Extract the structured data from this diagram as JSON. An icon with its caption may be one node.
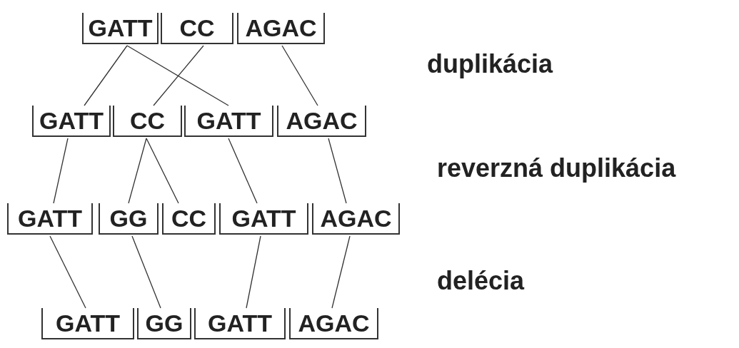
{
  "diagram": {
    "nodes": [
      {
        "text": [
          "GATT"
        ]
      },
      {
        "text": [
          "CC"
        ]
      },
      {
        "text": [
          "AGAC"
        ]
      },
      {
        "text": [
          "GATT"
        ]
      },
      {
        "text": [
          "CC"
        ]
      },
      {
        "text": [
          "GATT"
        ]
      },
      {
        "text": [
          "AGAC"
        ]
      },
      {
        "text": [
          "GATT"
        ]
      },
      {
        "text": [
          "GG"
        ]
      },
      {
        "text": [
          "CC"
        ]
      },
      {
        "text": [
          "GATT"
        ]
      },
      {
        "text": [
          "AGAC"
        ]
      },
      {
        "text": [
          "GATT"
        ]
      },
      {
        "text": [
          "GG"
        ]
      },
      {
        "text": [
          "GATT"
        ]
      },
      {
        "text": [
          "AGAC"
        ]
      }
    ],
    "edges": [
      {
        "from": 0,
        "to": 3,
        "arrow": "none"
      },
      {
        "from": 0,
        "to": 5,
        "arrow": "none"
      },
      {
        "from": 1,
        "to": 4,
        "arrow": "none"
      },
      {
        "from": 2,
        "to": 6,
        "arrow": "none"
      },
      {
        "from": 3,
        "to": 7,
        "arrow": "none"
      },
      {
        "from": 4,
        "to": 8,
        "arrow": "none"
      },
      {
        "from": 4,
        "to": 9,
        "arrow": "none"
      },
      {
        "from": 5,
        "to": 10,
        "arrow": "none"
      },
      {
        "from": 6,
        "to": 11,
        "arrow": "none"
      },
      {
        "from": 7,
        "to": 12,
        "arrow": "none"
      },
      {
        "from": 8,
        "to": 13,
        "arrow": "none"
      },
      {
        "from": 10,
        "to": 14,
        "arrow": "none"
      },
      {
        "from": 11,
        "to": 15,
        "arrow": "none"
      }
    ],
    "labels": [
      "duplikácia",
      "reverzná duplikácia",
      "delécia"
    ]
  }
}
